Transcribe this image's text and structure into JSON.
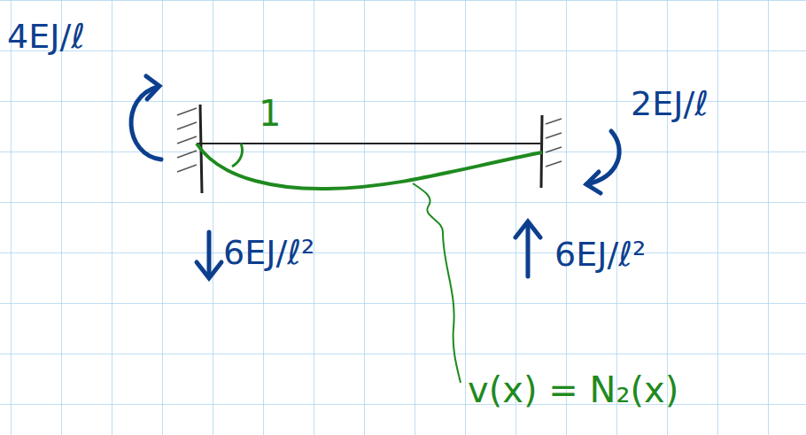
{
  "diagram": {
    "labels": [
      "4EJ/ℓ",
      "2EJ/ℓ",
      "1",
      "6EJ/ℓ²",
      "6EJ/ℓ²",
      "v(x) = N₂(x)"
    ]
  }
}
